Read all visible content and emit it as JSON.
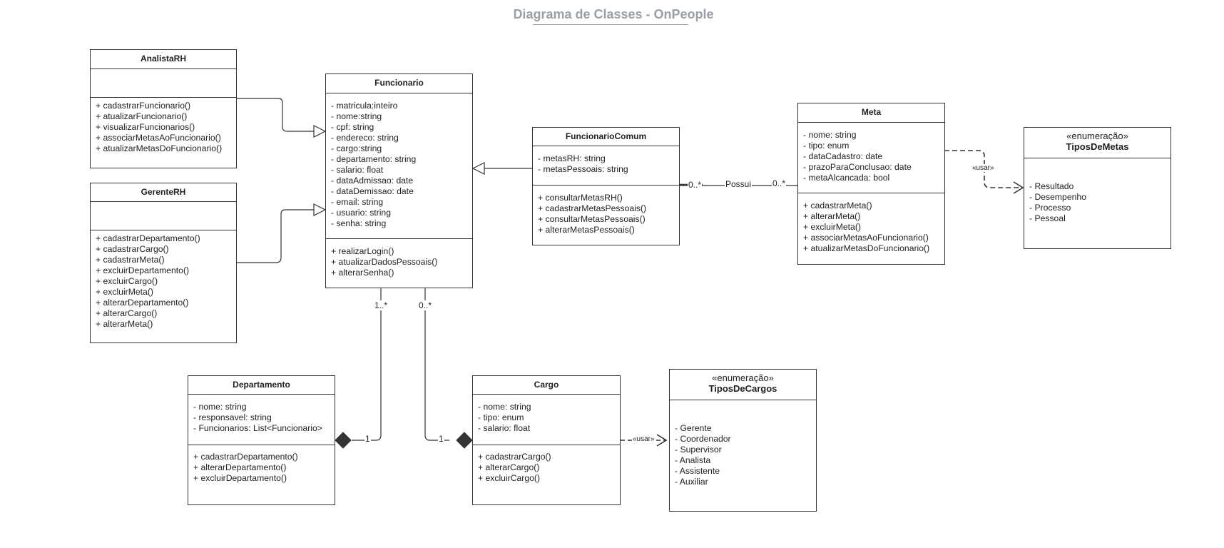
{
  "title": "Diagrama de Classes - OnPeople",
  "classes": {
    "analistaRH": {
      "name": "AnalistaRH",
      "attributes": [],
      "methods": [
        "+ cadastrarFuncionario()",
        "+ atualizarFuncionario()",
        "+ visualizarFuncionarios()",
        "+ associarMetasAoFuncionario()",
        "+ atualizarMetasDoFuncionario()"
      ]
    },
    "gerenteRH": {
      "name": "GerenteRH",
      "attributes": [],
      "methods": [
        "+ cadastrarDepartamento()",
        "+ cadastrarCargo()",
        "+ cadastrarMeta()",
        "+ excluirDepartamento()",
        "+ excluirCargo()",
        "+ excluirMeta()",
        "+ alterarDepartamento()",
        "+ alterarCargo()",
        "+ alterarMeta()"
      ]
    },
    "funcionario": {
      "name": "Funcionario",
      "attributes": [
        "- matricula:inteiro",
        "- nome:string",
        "- cpf: string",
        "- endereco: string",
        "- cargo:string",
        "- departamento: string",
        "- salario: float",
        "- dataAdmissao: date",
        "- dataDemissao: date",
        "- email: string",
        "- usuario: string",
        "- senha: string"
      ],
      "methods": [
        "+ realizarLogin()",
        "+ atualizarDadosPessoais()",
        "+ alterarSenha()"
      ]
    },
    "funcionarioComum": {
      "name": "FuncionarioComum",
      "attributes": [
        "- metasRH: string",
        "- metasPessoais: string"
      ],
      "methods": [
        "+ consultarMetasRH()",
        "+ cadastrarMetasPessoais()",
        "+ consultarMetasPessoais()",
        "+ alterarMetasPessoais()"
      ]
    },
    "meta": {
      "name": "Meta",
      "attributes": [
        "- nome: string",
        "- tipo: enum",
        "- dataCadastro: date",
        "- prazoParaConclusao: date",
        "- metaAlcancada: bool"
      ],
      "methods": [
        "+ cadastrarMeta()",
        "+ alterarMeta()",
        "+ excluirMeta()",
        "+ associarMetasAoFuncionario()",
        "+ atualizarMetasDoFuncionario()"
      ]
    },
    "departamento": {
      "name": "Departamento",
      "attributes": [
        "- nome: string",
        "- responsavel: string",
        "- Funcionarios: List<Funcionario>"
      ],
      "methods": [
        "+ cadastrarDepartamento()",
        "+ alterarDepartamento()",
        "+ excluirDepartamento()"
      ]
    },
    "cargo": {
      "name": "Cargo",
      "attributes": [
        "- nome: string",
        "- tipo: enum",
        "- salario: float"
      ],
      "methods": [
        "+ cadastrarCargo()",
        "+ alterarCargo()",
        "+ excluirCargo()"
      ]
    }
  },
  "enums": {
    "tiposDeMetas": {
      "stereotype": "«enumeração»",
      "name": "TiposDeMetas",
      "values": [
        "- Resultado",
        "- Desempenho",
        "- Processo",
        "- Pessoal"
      ]
    },
    "tiposDeCargos": {
      "stereotype": "«enumeração»",
      "name": "TiposDeCargos",
      "values": [
        "- Gerente",
        "- Coordenador",
        "- Supervisor",
        "- Analista",
        "- Assistente",
        "- Auxiliar"
      ]
    }
  },
  "relations": {
    "possui_label": "Possui",
    "possui_left_mult": "0..*",
    "possui_right_mult": "0..*",
    "usar_meta_label": "«usar»",
    "usar_cargo_label": "«usar»",
    "dept_funcionario_mult": "1..*",
    "dept_mult": "1",
    "cargo_funcionario_mult": "0..*",
    "cargo_mult": "1"
  }
}
